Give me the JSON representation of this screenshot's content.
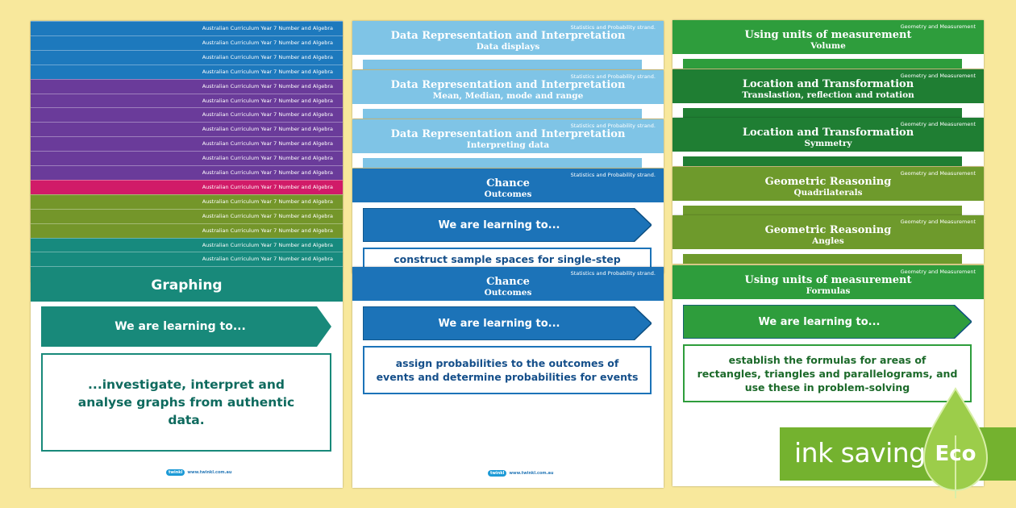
{
  "column1": {
    "strip_label": "Australian Curriculum Year 7 Number and Algebra",
    "strip_colors": [
      "#1d79bd",
      "#1d79bd",
      "#1d79bd",
      "#1d79bd",
      "#6a3b9a",
      "#6a3b9a",
      "#6a3b9a",
      "#6a3b9a",
      "#6a3b9a",
      "#6a3b9a",
      "#6a3b9a",
      "#d11b68",
      "#74962a",
      "#74962a",
      "#74962a",
      "#178a7e",
      "#178a7e",
      "#178a7e"
    ],
    "title": "Graphing",
    "arrow_text": "We are learning to...",
    "body": "...investigate, interpret and analyse graphs from authentic data.",
    "accent": "#18897a"
  },
  "column2": {
    "cards": [
      {
        "title": "Data Representation and Interpretation",
        "subtitle": "Data displays",
        "strand": "Statistics and Probability strand.",
        "color": "#7fc4e6"
      },
      {
        "title": "Data Representation and Interpretation",
        "subtitle": "Mean, Median, mode and range",
        "strand": "Statistics and Probability strand.",
        "color": "#7fc4e6"
      },
      {
        "title": "Data Representation and Interpretation",
        "subtitle": "Interpreting data",
        "strand": "Statistics and Probability strand.",
        "color": "#7fc4e6"
      },
      {
        "title": "Chance",
        "subtitle": "Outcomes",
        "strand": "Statistics and Probability strand.",
        "color": "#1c73b8",
        "arrow_text": "We are learning to...",
        "body": "construct sample spaces for single-step experiments"
      },
      {
        "title": "Chance",
        "subtitle": "Outcomes",
        "strand": "Statistics and Probability strand.",
        "color": "#1c73b8",
        "arrow_text": "We are learning to...",
        "body": "assign probabilities to the outcomes of events and determine probabilities for events"
      }
    ]
  },
  "column3": {
    "cards": [
      {
        "title": "Using units of measurement",
        "subtitle": "Volume",
        "strand": "Geometry and Measurement",
        "color": "#2e9d3c"
      },
      {
        "title": "Location and Transformation",
        "subtitle": "Translastion, reflection and rotation",
        "strand": "Geometry and Measurement",
        "color": "#1f7e33"
      },
      {
        "title": "Location and Transformation",
        "subtitle": "Symmetry",
        "strand": "Geometry and Measurement",
        "color": "#1f7e33"
      },
      {
        "title": "Geometric Reasoning",
        "subtitle": "Quadrilaterals",
        "strand": "Geometry and Measurement",
        "color": "#6e9a2c"
      },
      {
        "title": "Geometric Reasoning",
        "subtitle": "Angles",
        "strand": "Geometry and Measurement",
        "color": "#6e9a2c"
      },
      {
        "title": "Using units of measurement",
        "subtitle": "Formulas",
        "strand": "Geometry and Measurement",
        "color": "#2e9d3c",
        "arrow_text": "We are learning to...",
        "body": "establish the formulas for areas of rectangles, triangles and parallelograms, and use these in problem-solving"
      }
    ]
  },
  "logo": {
    "brand": "twinkl",
    "tagline": "www.twinkl.com.au"
  },
  "eco": {
    "ink_text": "ink saving",
    "eco_text": "Eco"
  }
}
